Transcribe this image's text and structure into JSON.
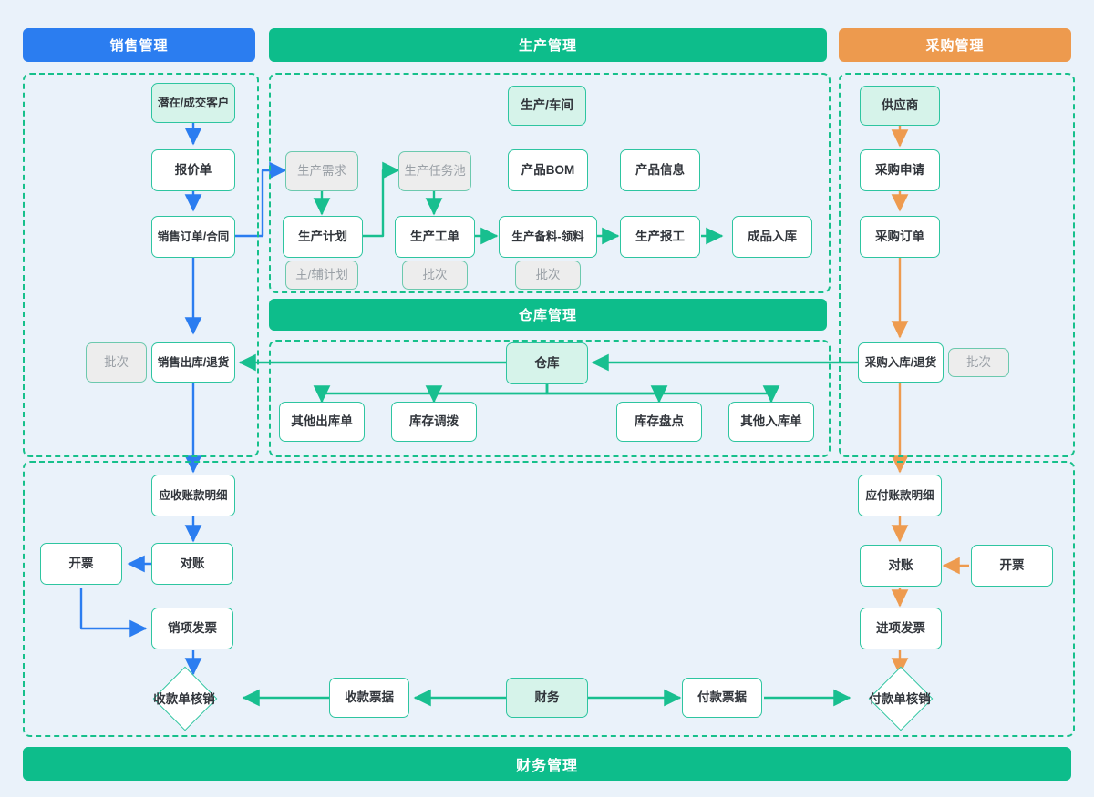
{
  "headers": {
    "sales": "销售管理",
    "production": "生产管理",
    "purchase": "采购管理",
    "warehouse": "仓库管理",
    "finance": "财务管理"
  },
  "colors": {
    "sales_accent": "#2b7df0",
    "production_accent": "#0dbd8b",
    "purchase_accent": "#ed9a4e",
    "node_border": "#2ec5a0",
    "mint_fill": "#d6f3ea",
    "muted_fill": "#ededed",
    "canvas_bg": "#eaf2fa"
  },
  "sales": {
    "customer": "潜在/成交客户",
    "quotation": "报价单",
    "sales_order": "销售订单/合同",
    "sales_out": "销售出库/退货",
    "batch": "批次"
  },
  "production": {
    "workshop": "生产/车间",
    "demand": "生产需求",
    "task_pool": "生产任务池",
    "bom": "产品BOM",
    "product_info": "产品信息",
    "plan": "生产计划",
    "work_order": "生产工单",
    "picking": "生产备料-领料",
    "report": "生产报工",
    "finished_in": "成品入库",
    "plan_tag": "主/辅计划",
    "work_order_tag": "批次",
    "picking_tag": "批次"
  },
  "warehouse": {
    "warehouse": "仓库",
    "other_out": "其他出库单",
    "transfer": "库存调拨",
    "stocktake": "库存盘点",
    "other_in": "其他入库单"
  },
  "purchase": {
    "supplier": "供应商",
    "requisition": "采购申请",
    "order": "采购订单",
    "receipt": "采购入库/退货",
    "batch": "批次"
  },
  "finance": {
    "ar_detail": "应收账款明细",
    "ar_reconcile": "对账",
    "ar_invoice_issue": "开票",
    "output_invoice": "销项发票",
    "receipt_writeoff": "收款单核销",
    "receipt_voucher": "收款票据",
    "finance_node": "财务",
    "payment_voucher": "付款票据",
    "payment_writeoff": "付款单核销",
    "ap_detail": "应付账款明细",
    "ap_reconcile": "对账",
    "ap_invoice_issue": "开票",
    "input_invoice": "进项发票"
  }
}
